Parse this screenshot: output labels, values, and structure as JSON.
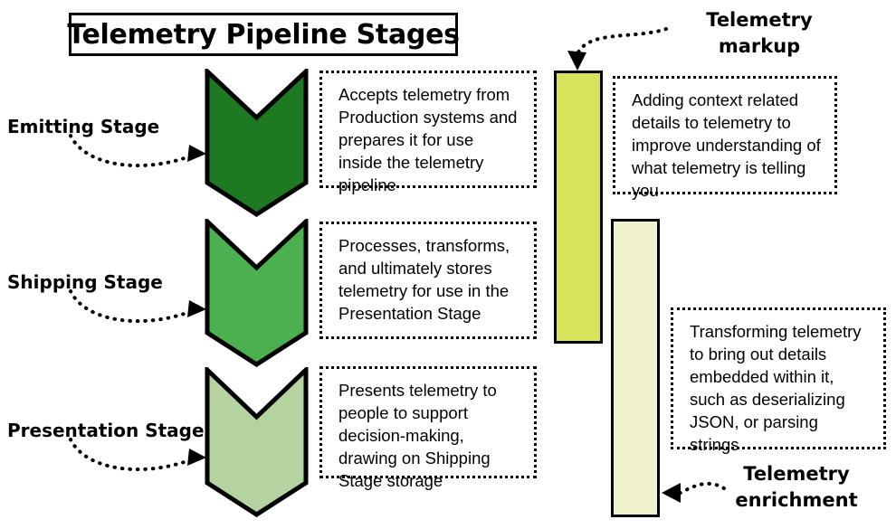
{
  "title": {
    "text": "Telemetry Pipeline Stages"
  },
  "stages": [
    {
      "label": "Emitting Stage",
      "color": "#1E7A22",
      "description": "Accepts telemetry from Production systems and prepares it for use inside the telemetry pipeline"
    },
    {
      "label": "Shipping Stage",
      "color": "#4CAF50",
      "description": "Processes, transforms, and ultimately stores telemetry for use in the Presentation Stage"
    },
    {
      "label": "Presentation Stage",
      "color": "#B5D3A0",
      "description": "Presents telemetry to people to support decision-making, drawing on Shipping Stage storage"
    }
  ],
  "spans": [
    {
      "label": "Telemetry\nmarkup",
      "color": "#D8E25A",
      "description": "Adding context related details to telemetry to improve understanding of what telemetry is telling you"
    },
    {
      "label": "Telemetry\nenrichment",
      "color": "#F0F2CE",
      "description": "Transforming telemetry to bring out details embedded within it, such as deserializing JSON, or parsing strings"
    }
  ],
  "colors": {
    "outline": "#000000",
    "background": "#ffffff",
    "arrow": "#000000"
  },
  "icons": {
    "arrow_stage_1": "curved-dotted-arrow-right",
    "arrow_stage_2": "curved-dotted-arrow-right",
    "arrow_stage_3": "curved-dotted-arrow-right",
    "arrow_markup": "curved-dotted-arrow-down-left",
    "arrow_enrichment": "dotted-arrow-left"
  }
}
